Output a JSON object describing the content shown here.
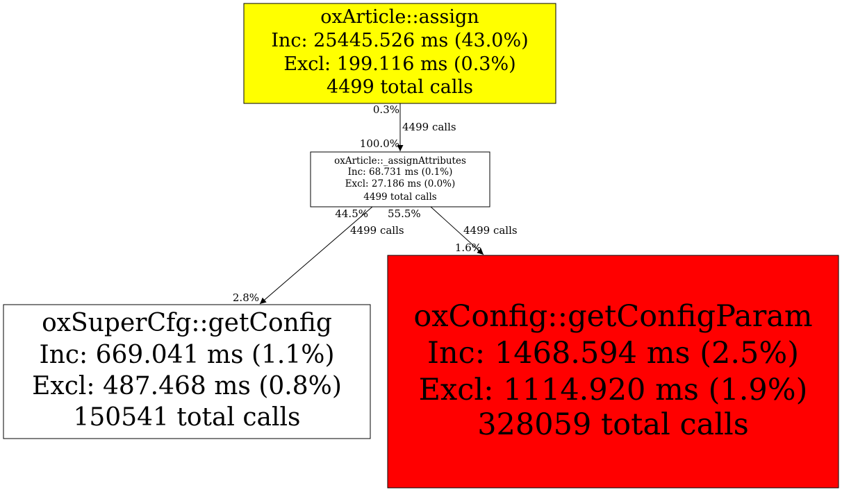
{
  "nodes": {
    "assign": {
      "fill": "#ffff00",
      "lines": [
        "oxArticle::assign",
        "Inc: 25445.526 ms (43.0%)",
        "Excl: 199.116 ms (0.3%)",
        "4499 total calls"
      ]
    },
    "assign_attributes": {
      "fill": "#ffffff",
      "lines": [
        "oxArticle::_assignAttributes",
        "Inc: 68.731 ms (0.1%)",
        "Excl: 27.186 ms (0.0%)",
        "4499 total calls"
      ]
    },
    "get_config": {
      "fill": "#ffffff",
      "lines": [
        "oxSuperCfg::getConfig",
        "Inc: 669.041 ms (1.1%)",
        "Excl: 487.468 ms (0.8%)",
        "150541 total calls"
      ]
    },
    "get_config_param": {
      "fill": "#ff0000",
      "lines": [
        "oxConfig::getConfigParam",
        "Inc: 1468.594 ms (2.5%)",
        "Excl: 1114.920 ms (1.9%)",
        "328059 total calls"
      ]
    }
  },
  "edges": {
    "assign_to_attributes": {
      "tail_pct": "0.3%",
      "calls": "4499 calls",
      "head_pct": "100.0%"
    },
    "attributes_to_get_config": {
      "tail_pct": "44.5%",
      "calls": "4499 calls",
      "head_pct": "2.8%"
    },
    "attributes_to_get_config_param": {
      "tail_pct": "55.5%",
      "calls": "4499 calls",
      "head_pct": "1.6%"
    }
  }
}
